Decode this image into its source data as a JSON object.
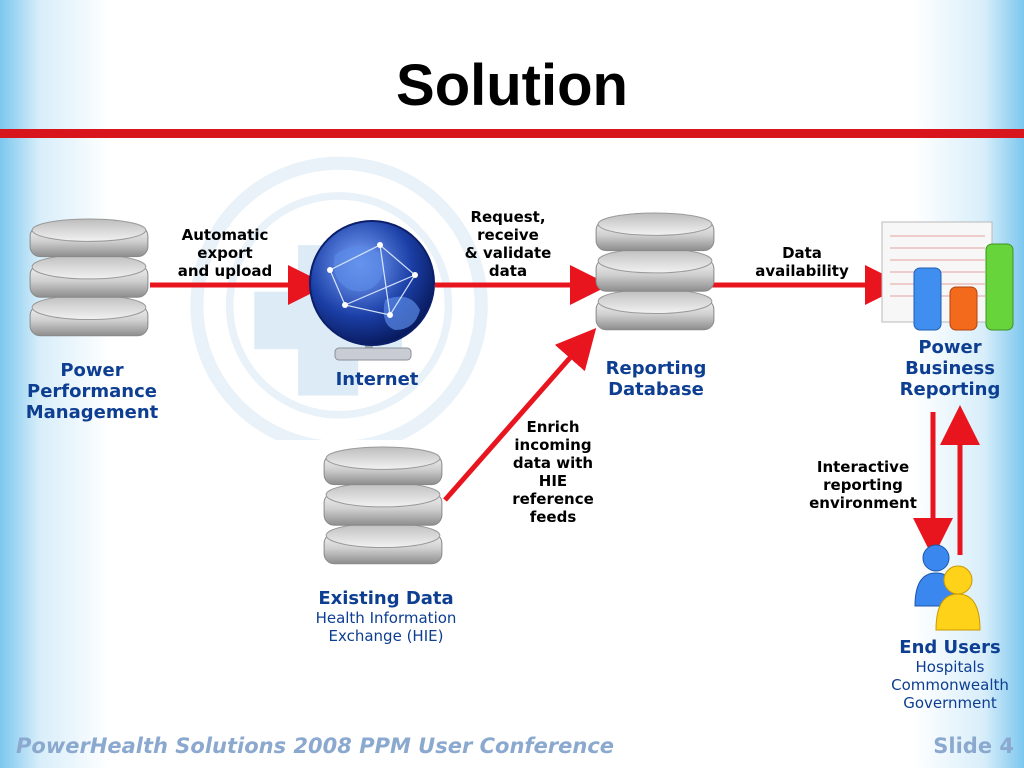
{
  "title": "Solution",
  "nodes": {
    "ppm": {
      "label": [
        "Power",
        "Performance",
        "Management"
      ]
    },
    "internet": {
      "label": "Internet"
    },
    "reporting_db": {
      "label": [
        "Reporting",
        "Database"
      ]
    },
    "pbr": {
      "label": [
        "Power",
        "Business",
        "Reporting"
      ]
    },
    "existing": {
      "label": "Existing Data",
      "sub": [
        "Health Information",
        "Exchange (HIE)"
      ]
    },
    "end_users": {
      "label": "End Users",
      "sub": [
        "Hospitals",
        "Commonwealth",
        "Government"
      ]
    }
  },
  "edges": {
    "ppm_internet": [
      "Automatic",
      "export",
      "and upload"
    ],
    "internet_db": [
      "Request,",
      "receive",
      "& validate",
      "data"
    ],
    "db_pbr": [
      "Data",
      "availability"
    ],
    "existing_db": [
      "Enrich",
      "incoming",
      "data with",
      "HIE",
      "reference",
      "feeds"
    ],
    "pbr_users": [
      "Interactive",
      "reporting",
      "environment"
    ]
  },
  "footer": {
    "left": "PowerHealth Solutions 2008 PPM User Conference",
    "right": "Slide 4"
  },
  "colors": {
    "arrow": "#e8151f",
    "label_blue": "#0d3e91",
    "rule": "#d8151d"
  }
}
